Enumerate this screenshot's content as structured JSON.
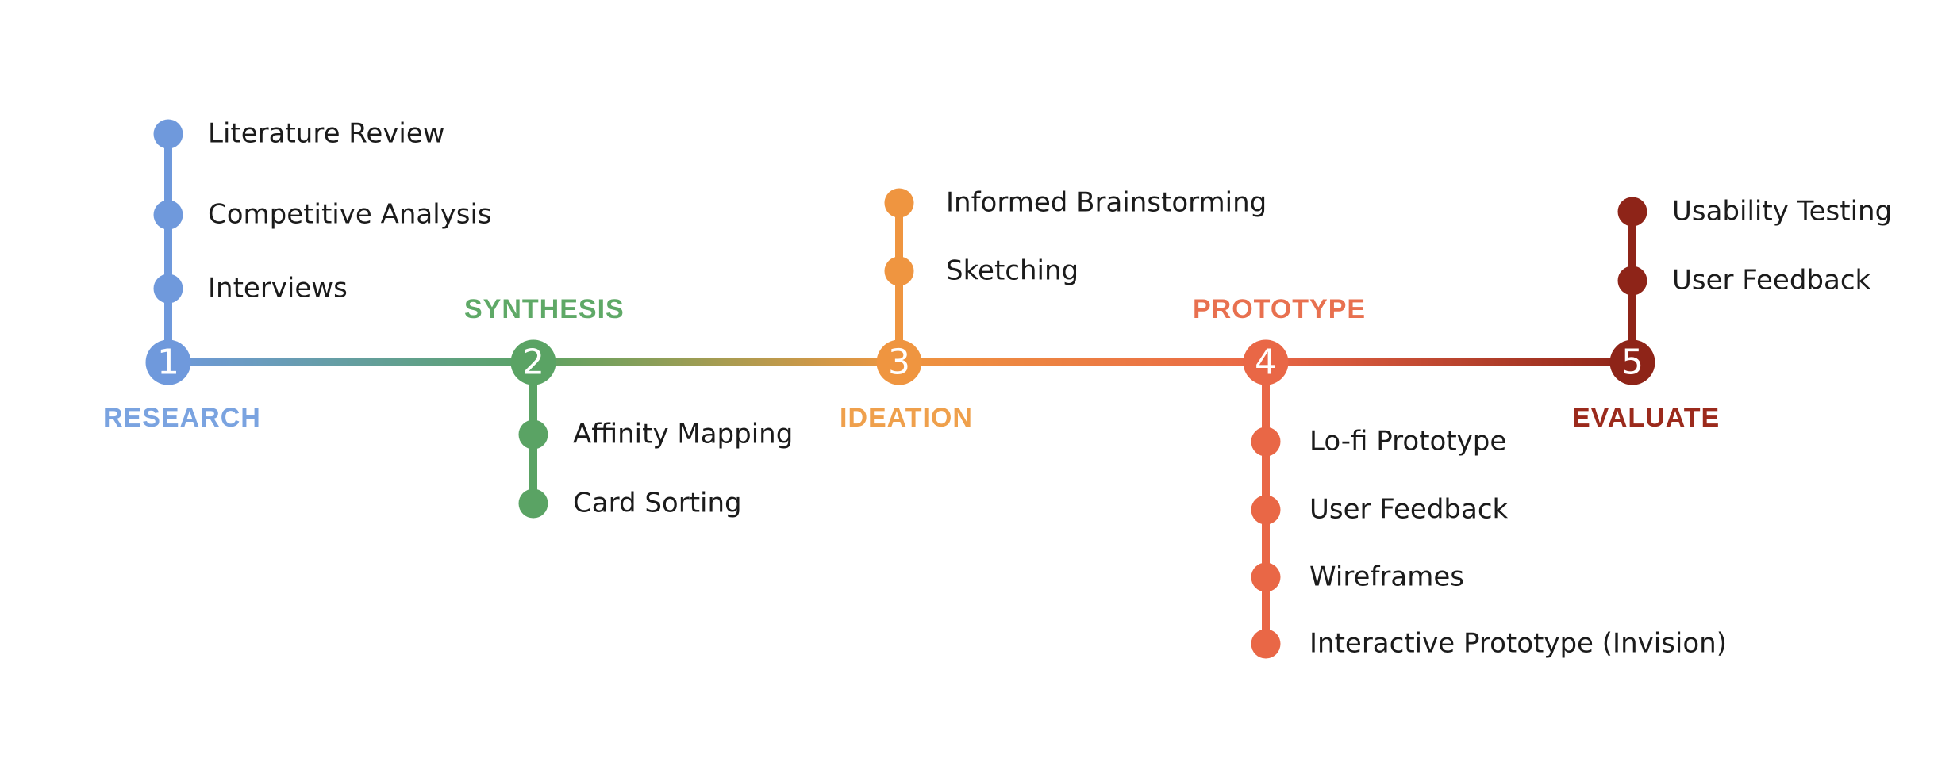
{
  "diagram": {
    "type": "process-timeline",
    "stage_count": 5,
    "stages": [
      {
        "number": "1",
        "name": "RESEARCH",
        "color": "#6F99DC",
        "label_color": "#7AA3E0",
        "branch_side": "above",
        "label_side": "below",
        "items": [
          "Literature Review",
          "Competitive Analysis",
          "Interviews"
        ]
      },
      {
        "number": "2",
        "name": "SYNTHESIS",
        "color": "#5AA364",
        "label_color": "#5FA967",
        "branch_side": "below",
        "label_side": "above",
        "items": [
          "Affinity Mapping",
          "Card Sorting"
        ]
      },
      {
        "number": "3",
        "name": "IDEATION",
        "color": "#EF9540",
        "label_color": "#EFA04C",
        "branch_side": "above",
        "label_side": "below",
        "items": [
          "Informed Brainstorming",
          "Sketching"
        ]
      },
      {
        "number": "4",
        "name": "PROTOTYPE",
        "color": "#E96746",
        "label_color": "#E8704F",
        "branch_side": "below",
        "label_side": "above",
        "items": [
          "Lo-fi Prototype",
          "User Feedback",
          "Wireframes",
          "Interactive Prototype (Invision)"
        ]
      },
      {
        "number": "5",
        "name": "EVALUATE",
        "color": "#8E2418",
        "label_color": "#9B2A1C",
        "branch_side": "above",
        "label_side": "below",
        "items": [
          "Usability Testing",
          "User Feedback"
        ]
      }
    ]
  }
}
